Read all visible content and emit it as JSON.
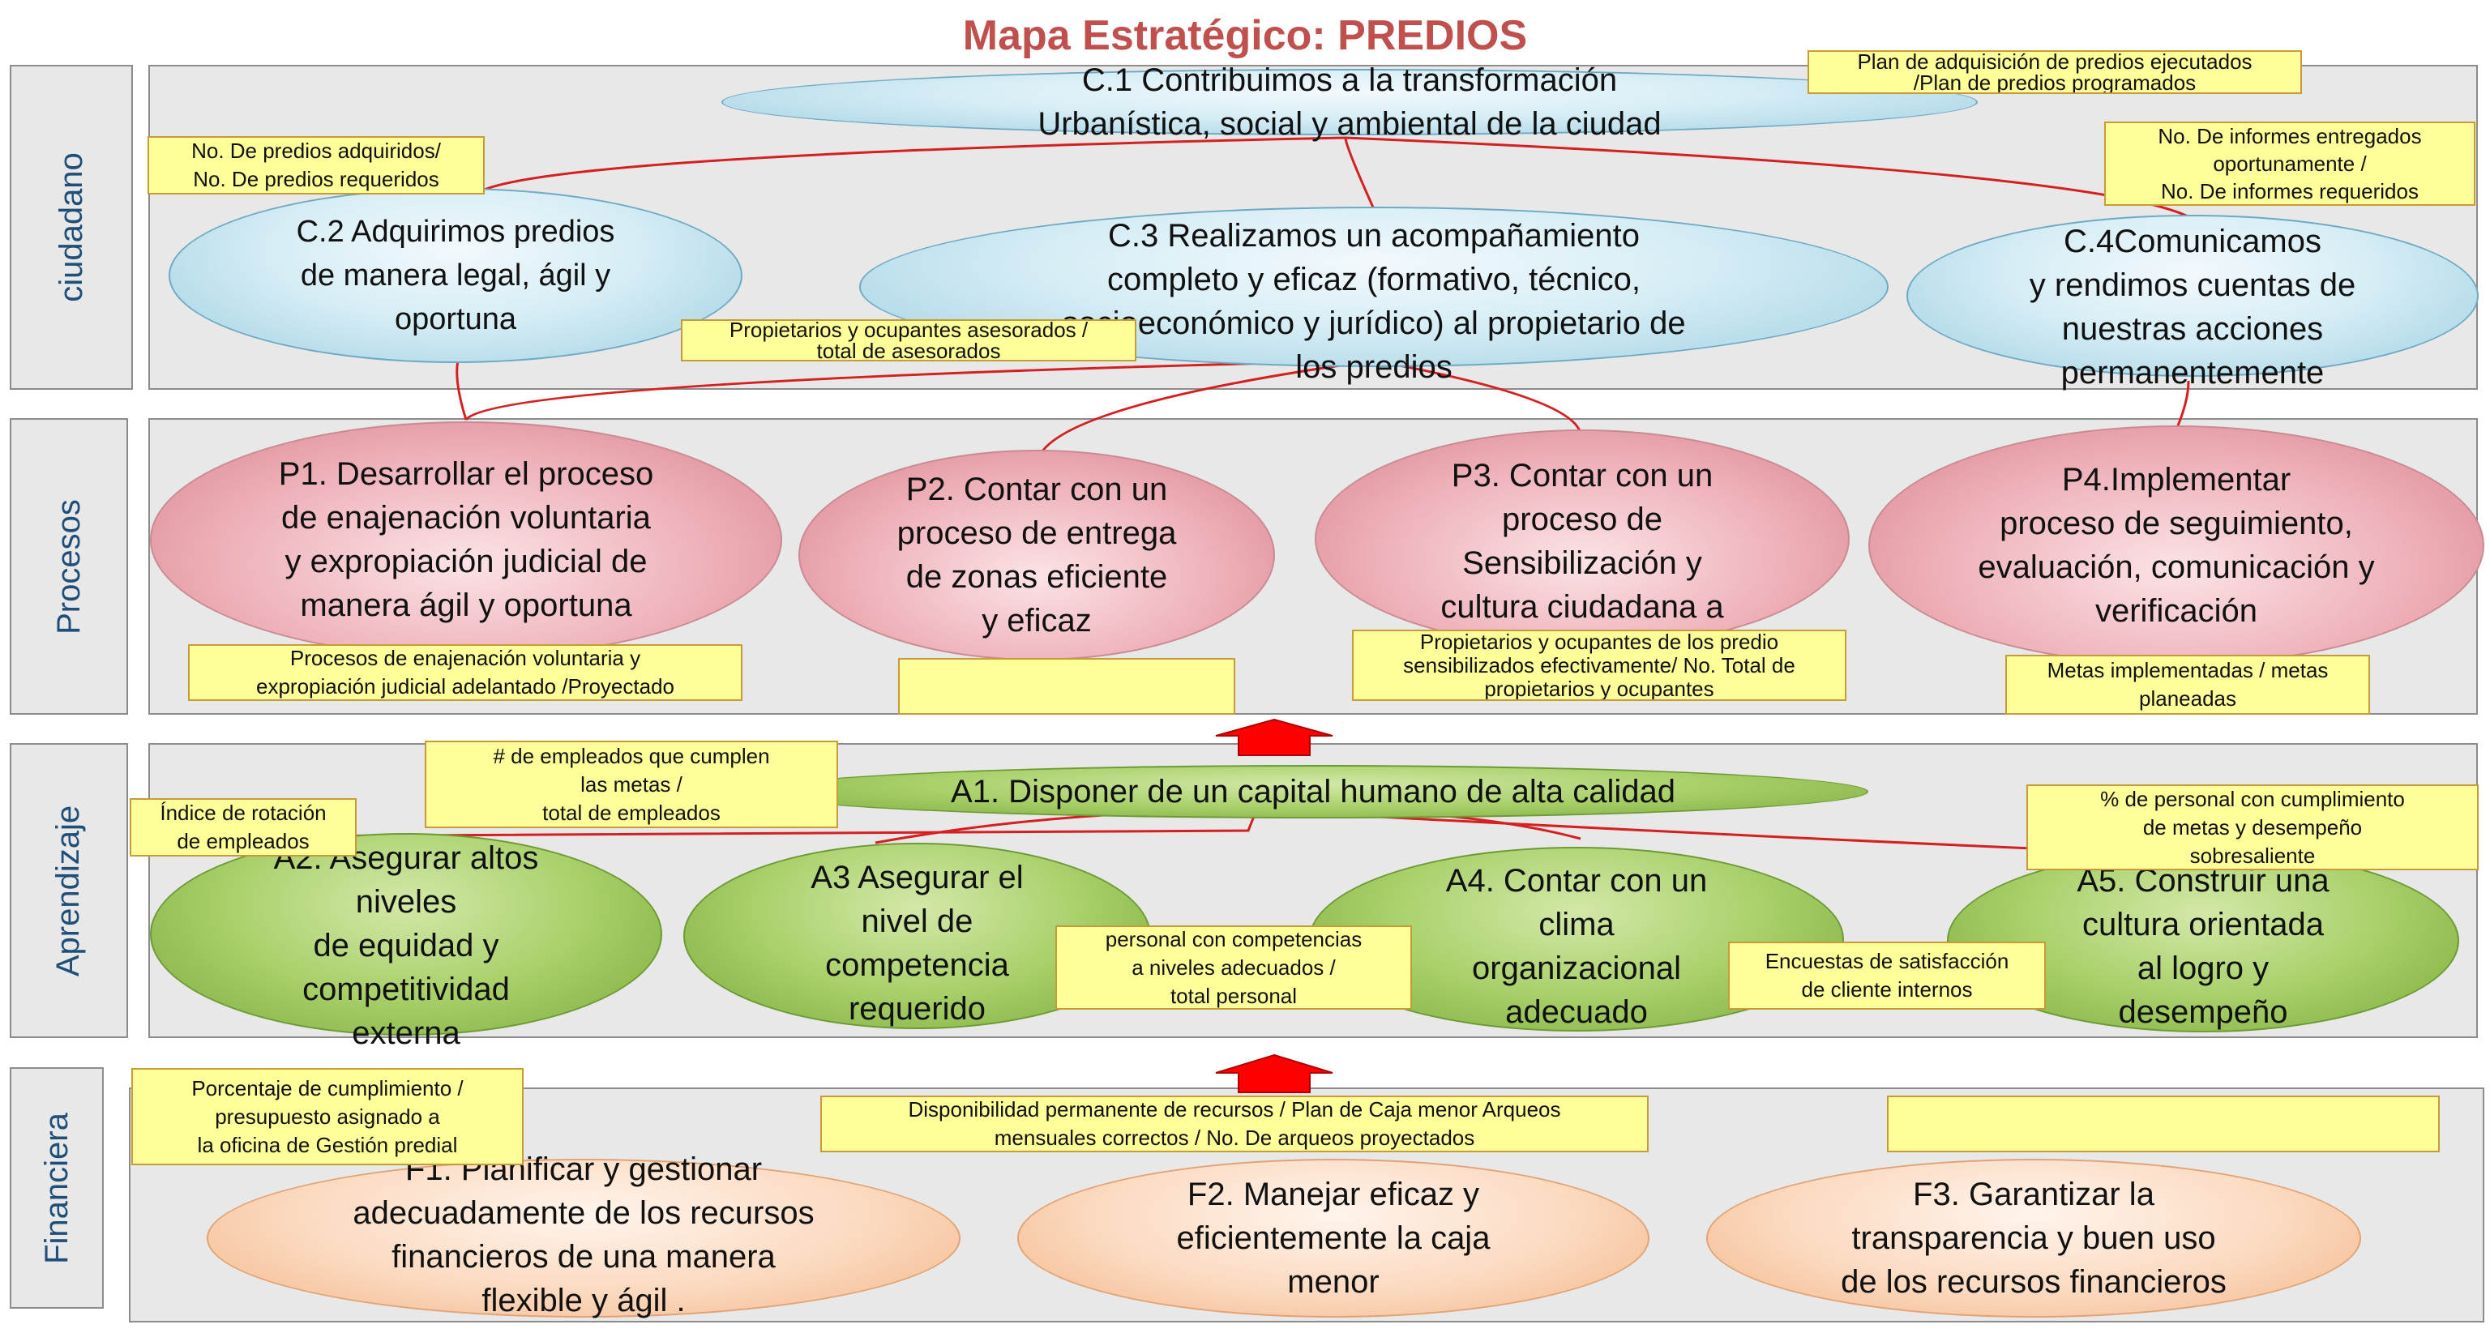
{
  "title": "Mapa Estratégico: PREDIOS",
  "perspectives": {
    "ciudadano": "ciudadano",
    "procesos": "Procesos",
    "aprendizaje": "Aprendizaje",
    "financiera": "Financiera"
  },
  "objectives": {
    "c1": "C.1 Contribuimos a la transformación\nUrbanística, social y ambiental de la  ciudad",
    "c2": "C.2 Adquirimos predios\nde manera legal, ágil y\noportuna",
    "c3": "C.3 Realizamos un acompañamiento\ncompleto y eficaz (formativo, técnico,\nsocioeconómico y jurídico) al propietario de\nlos predios",
    "c4": "C.4Comunicamos\ny rendimos cuentas de\nnuestras  acciones\npermanentemente",
    "p1": "P1. Desarrollar el proceso\nde enajenación voluntaria\ny expropiación judicial de\nmanera ágil y oportuna",
    "p2": "P2. Contar con un\nproceso de entrega\nde zonas eficiente\ny eficaz",
    "p3": "P3. Contar con un\nproceso de\nSensibilización y\ncultura ciudadana a\nlos propietarios",
    "p4": "P4.Implementar\nproceso de seguimiento,\nevaluación, comunicación y\nverificación",
    "a1": "A1. Disponer de un capital humano de alta calidad",
    "a2": "A2. Asegurar altos\nniveles\nde equidad y\ncompetitividad\nexterna",
    "a3": "A3 Asegurar el\nnivel de\ncompetencia\nrequerido",
    "a4": "A4. Contar con un\nclima\norganizacional\nadecuado",
    "a5": "A5. Construir una\ncultura orientada\nal logro y\ndesempeño",
    "f1": "F1. Planificar y gestionar\nadecuadamente de los recursos\nfinancieros de una manera\nflexible y ágil .",
    "f2": "F2. Manejar eficaz y\neficientemente la caja\nmenor",
    "f3": "F3. Garantizar la\ntransparencia y  buen uso\nde los recursos financieros"
  },
  "indicators": {
    "c1": "Plan de adquisición de predios ejecutados\n/Plan de predios programados",
    "c2": "No. De predios adquiridos/\nNo. De predios requeridos",
    "c3": "Propietarios y ocupantes asesorados /\ntotal de asesorados",
    "c4": "No. De informes entregados\noportunamente /\nNo. De informes requeridos",
    "p1": "Procesos de enajenación voluntaria y\nexpropiación judicial adelantado /Proyectado",
    "p2": "",
    "p3": "Propietarios y ocupantes de los predio\nsensibilizados  efectivamente/ No. Total de\npropietarios y ocupantes",
    "p4": "Metas implementadas / metas\nplaneadas",
    "a1": "# de empleados que cumplen\nlas metas /\ntotal de empleados",
    "a2": "Índice de rotación\nde empleados",
    "a3": "personal con competencias\na niveles  adecuados /\ntotal personal",
    "a4": "Encuestas de satisfacción\nde cliente internos",
    "a5": "% de personal con cumplimiento\nde metas y desempeño\nsobresaliente",
    "f1": "Porcentaje de cumplimiento /\npresupuesto asignado a\nla oficina de Gestión predial",
    "f2": "Disponibilidad permanente de recursos /  Plan de Caja menor Arqueos\nmensuales correctos / No. De arqueos proyectados",
    "f3": ""
  },
  "colors": {
    "title": "#c0504d",
    "perspective_text": "#1f4e79",
    "links": "#d42020",
    "arrow": "#ff0000",
    "note_fill": "#ffff99"
  }
}
